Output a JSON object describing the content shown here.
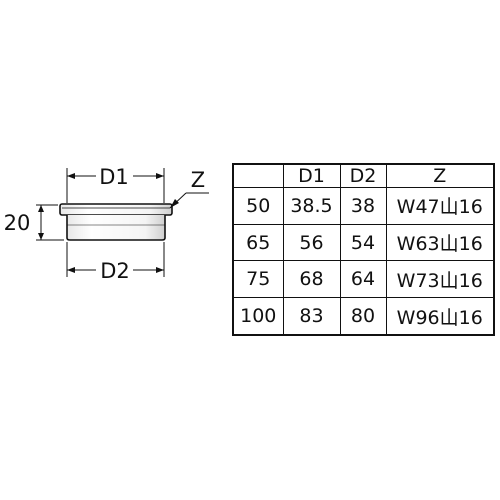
{
  "drawing": {
    "height_label": "20",
    "d1_label": "D1",
    "d2_label": "D2",
    "z_label": "Z"
  },
  "spec_table": {
    "headers": [
      "",
      "D1",
      "D2",
      "Z"
    ],
    "rows": [
      [
        "50",
        "38.5",
        "38",
        "W47山16"
      ],
      [
        "65",
        "56",
        "54",
        "W63山16"
      ],
      [
        "75",
        "68",
        "64",
        "W73山16"
      ],
      [
        "100",
        "83",
        "80",
        "W96山16"
      ]
    ]
  }
}
